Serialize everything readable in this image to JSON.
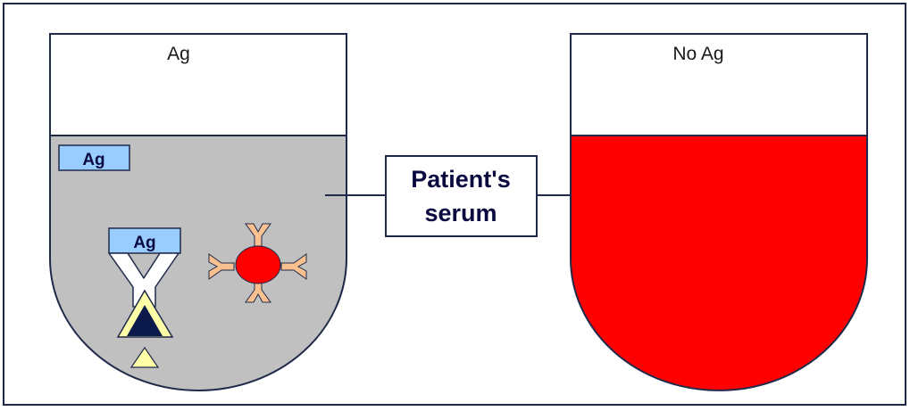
{
  "wells": {
    "left": {
      "label": "Ag",
      "fill_color": "#c0c0c0"
    },
    "right": {
      "label": "No Ag",
      "fill_color": "#ff0000"
    }
  },
  "ag_boxes": {
    "free": "Ag",
    "bound": "Ag",
    "color": "#99ccff"
  },
  "serum": {
    "line1": "Patient's",
    "line2": "serum"
  },
  "colors": {
    "frame": "#1f2a4a",
    "antibody_white": "#ffffff",
    "antibody_orange": "#fac090",
    "antigen_yellow": "#ffffa8",
    "antigen_navy": "#0b1a4a",
    "red_cell": "#ff0000"
  }
}
